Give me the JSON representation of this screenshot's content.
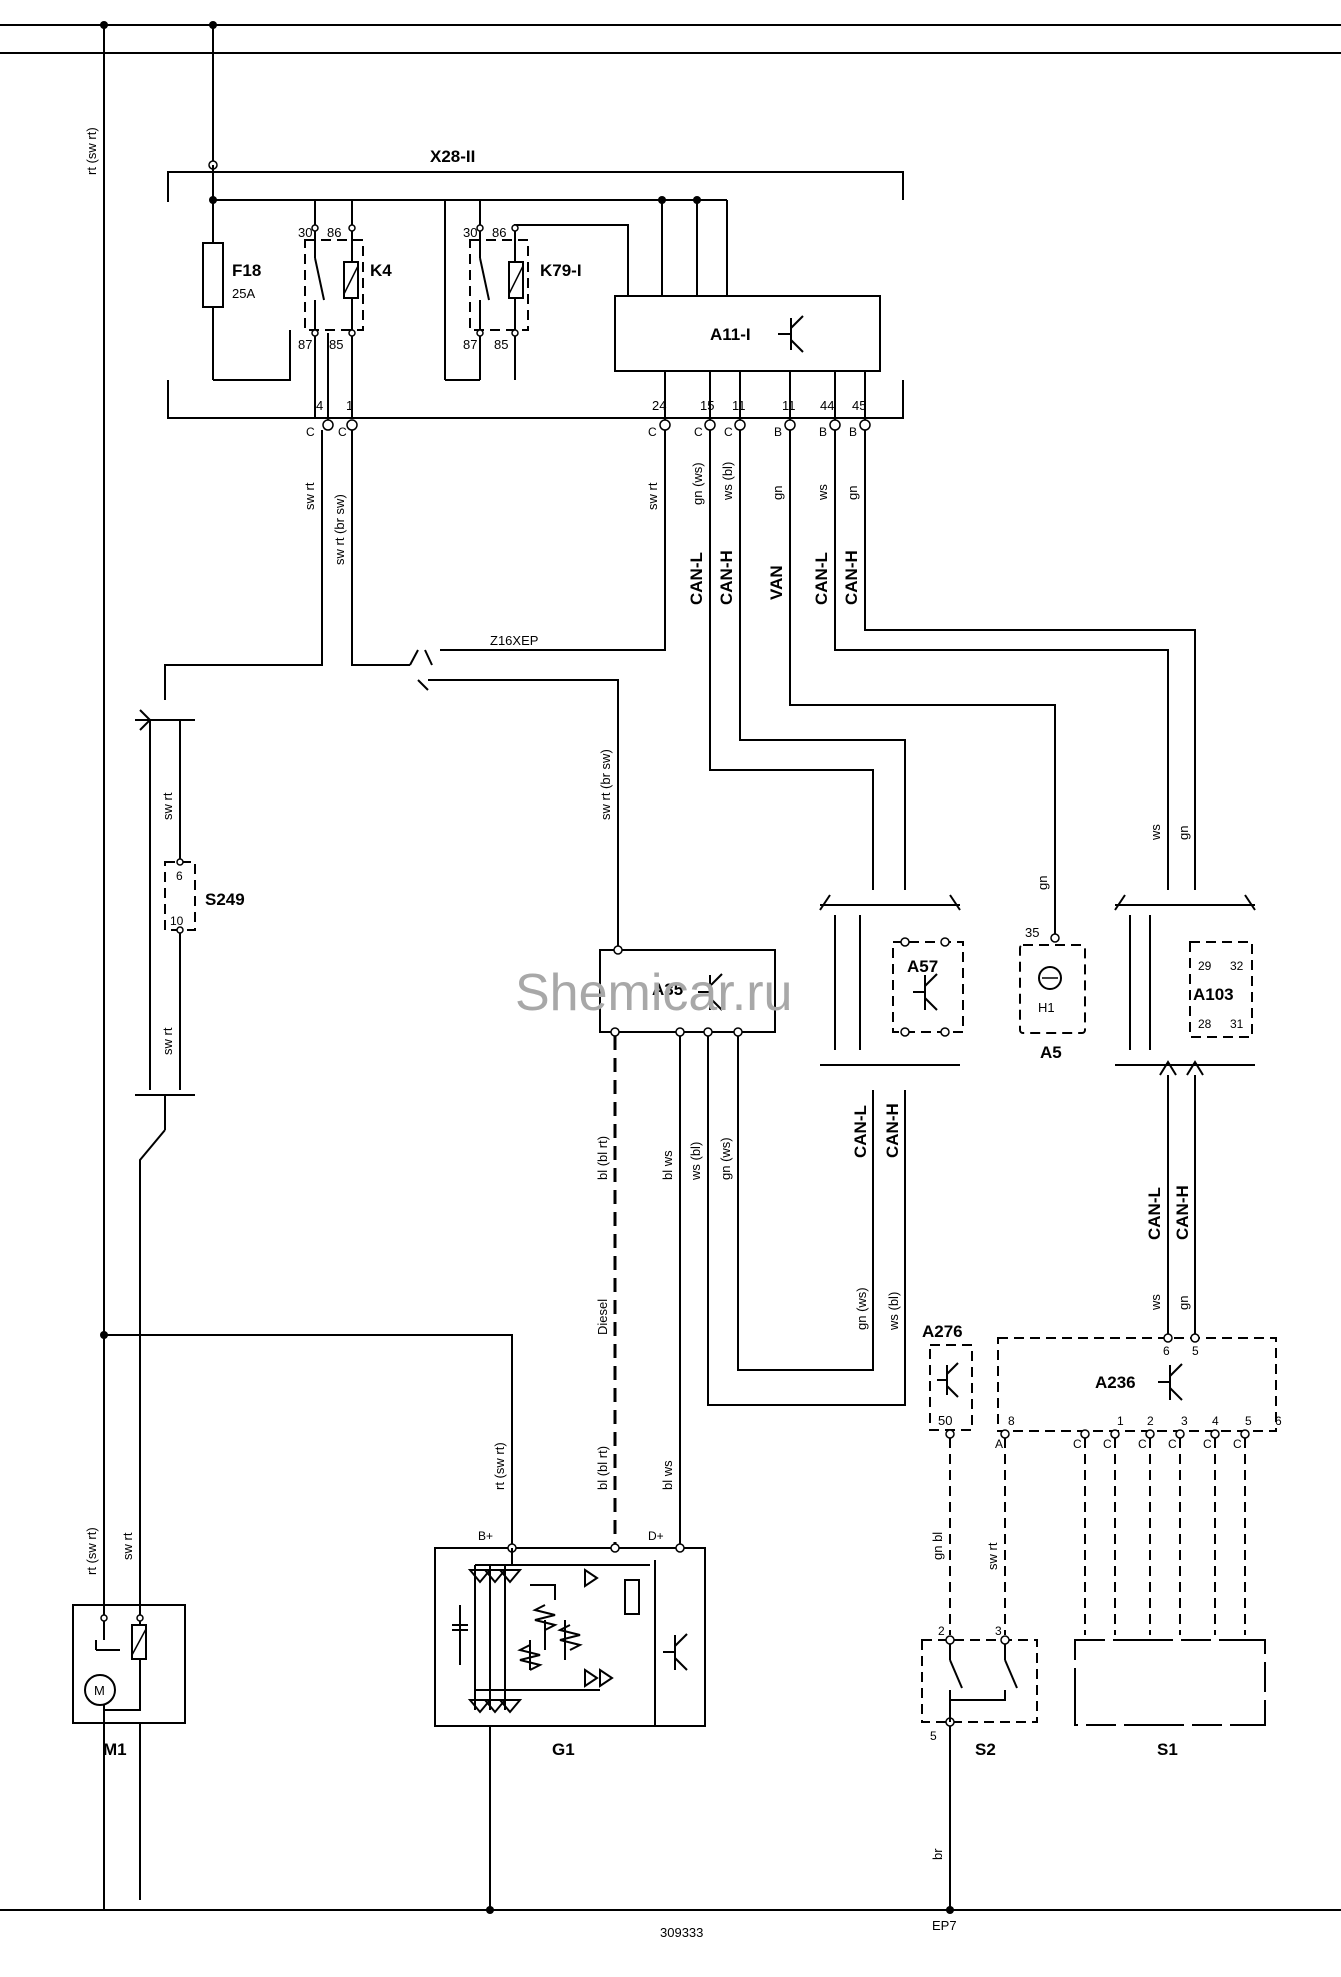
{
  "watermark": "Shemicar.ru",
  "footer_code": "309333",
  "ground_point": "EP7",
  "top_box": {
    "label": "X28-II"
  },
  "components": {
    "F18": {
      "name": "F18",
      "rating": "25A"
    },
    "K4": {
      "name": "K4",
      "pin_30": "30",
      "pin_86": "86",
      "pin_87": "87",
      "pin_85": "85"
    },
    "K79": {
      "name": "K79-I",
      "pin_30": "30",
      "pin_86": "86",
      "pin_87": "87",
      "pin_85": "85"
    },
    "A11": {
      "name": "A11-I"
    },
    "S249": {
      "name": "S249",
      "pin_top": "6",
      "pin_bottom": "10"
    },
    "A35": {
      "name": "A35"
    },
    "A57": {
      "name": "A57"
    },
    "A5": {
      "name": "A5",
      "pin": "35",
      "inner": "H1"
    },
    "A103": {
      "name": "A103",
      "p29": "29",
      "p32": "32",
      "p28": "28",
      "p31": "31"
    },
    "A276": {
      "name": "A276",
      "pin": "50"
    },
    "A236": {
      "name": "A236",
      "p6": "6",
      "p5": "5",
      "p8": "8",
      "p1": "1",
      "p2": "2",
      "p3": "3",
      "p4": "4",
      "p5b": "5",
      "p6b": "6"
    },
    "M1": {
      "name": "M1",
      "motor": "M"
    },
    "G1": {
      "name": "G1",
      "b_plus": "B+",
      "d_plus": "D+"
    },
    "S2": {
      "name": "S2",
      "p2": "2",
      "p3": "3",
      "p5": "5"
    },
    "S1": {
      "name": "S1"
    }
  },
  "pins_x28": {
    "p4": "4",
    "p1": "1",
    "p24": "24",
    "p15": "15",
    "p11a": "11",
    "p11b": "11",
    "p44": "44",
    "p45": "45"
  },
  "conn_letters": {
    "c": "C",
    "b": "B",
    "a": "A"
  },
  "wires": {
    "sw_rt": "sw rt",
    "sw_rt_br_sw": "sw rt (br sw)",
    "rt_sw_rt": "rt (sw rt)",
    "gn_ws": "gn (ws)",
    "ws_bl": "ws (bl)",
    "gn": "gn",
    "ws": "ws",
    "bl_bl_rt": "bl (bl rt)",
    "bl_ws": "bl ws",
    "gn_bl": "gn bl",
    "br": "br",
    "diesel": "Diesel",
    "z16xep": "Z16XEP"
  },
  "signals": {
    "can_l": "CAN-L",
    "can_h": "CAN-H",
    "van": "VAN"
  }
}
